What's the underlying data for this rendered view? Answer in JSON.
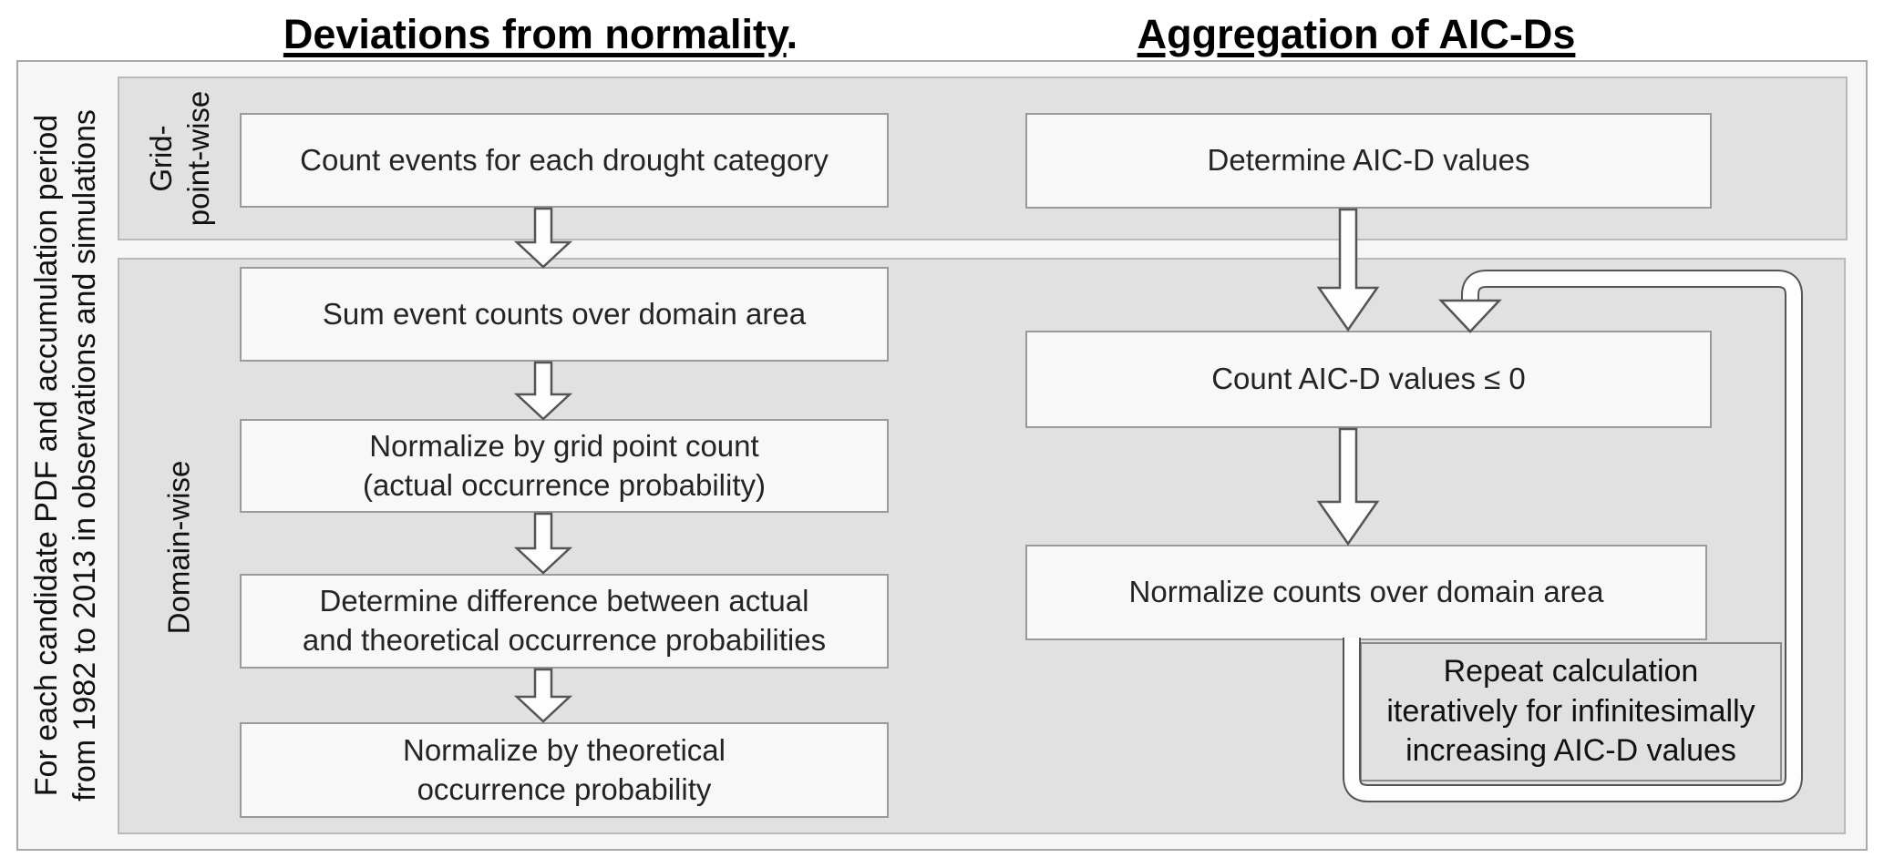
{
  "titles": {
    "left": {
      "text": "Deviations from normality",
      "suffix": "."
    },
    "right": {
      "text": "Aggregation of AIC-Ds",
      "suffix": ""
    }
  },
  "side_label": {
    "text": "For each candidate PDF and accumulation period\nfrom 1982 to 2013 in observations and simulations"
  },
  "row_labels": {
    "grid_point_wise": "Grid-\npoint-wise",
    "domain_wise": "Domain-wise"
  },
  "left_flow": {
    "boxes": [
      {
        "text": "Count events for each drought category"
      },
      {
        "text": "Sum event counts over domain area"
      },
      {
        "text": "Normalize by grid point count\n(actual occurrence probability)"
      },
      {
        "text": "Determine difference between actual\nand theoretical occurrence probabilities"
      },
      {
        "text": "Normalize by theoretical\noccurrence probability"
      }
    ]
  },
  "right_flow": {
    "boxes": [
      {
        "text": "Determine AIC-D values"
      },
      {
        "text": "Count AIC-D values ≤ 0"
      },
      {
        "text": "Normalize counts over domain area"
      }
    ],
    "loop_note": {
      "text": "Repeat calculation\niteratively for infinitesimally\nincreasing AIC-D values"
    }
  },
  "colors": {
    "outer_fill": "#f6f6f6",
    "strip_fill": "#e1e1e1",
    "box_fill": "#f8f8f8",
    "box_border": "#9a9a9a",
    "note_border": "#8c8c8c",
    "arrow_fill": "#fdfdfd",
    "arrow_outline": "#555555",
    "title_color": "#000000",
    "text_color": "#242424"
  }
}
